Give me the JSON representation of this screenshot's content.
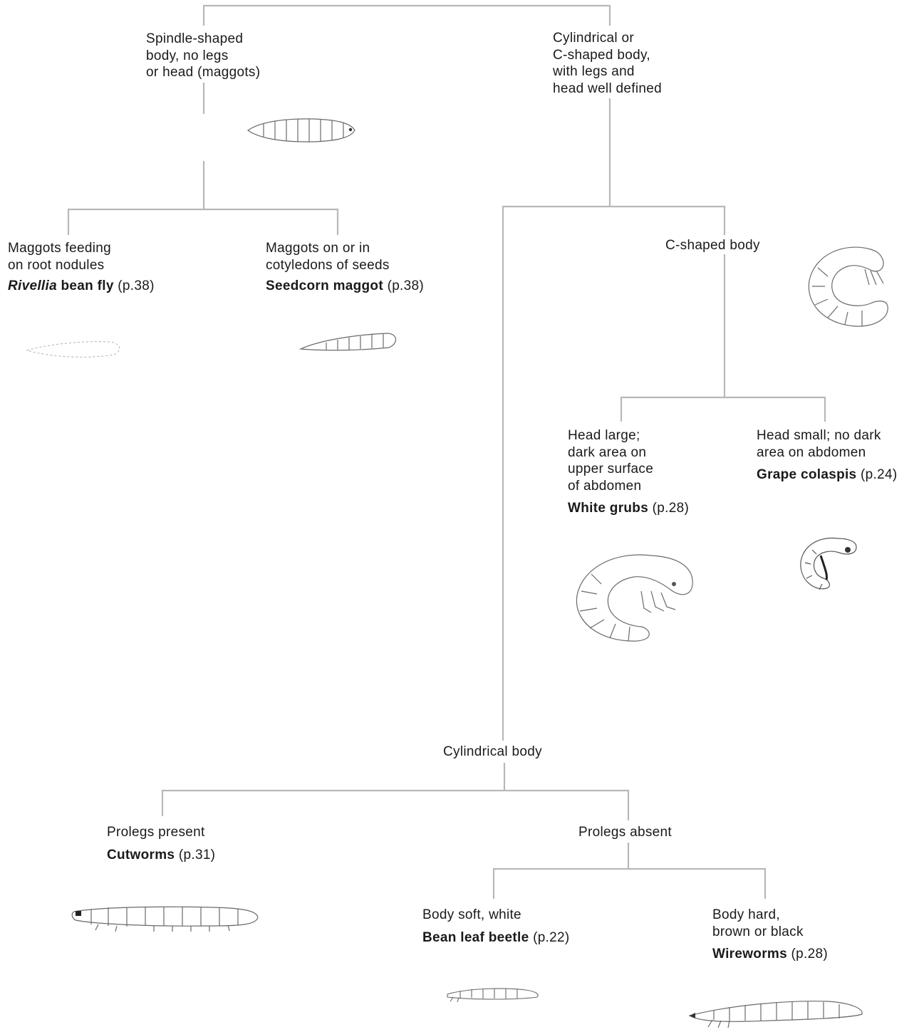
{
  "nodes": {
    "spindle": [
      "Spindle-shaped",
      "body, no legs",
      "or head (maggots)"
    ],
    "cylC": [
      "Cylindrical or",
      "C-shaped body,",
      "with legs and",
      "head well defined"
    ],
    "nodules": [
      "Maggots feeding",
      "on root nodules"
    ],
    "cotyledons": [
      "Maggots on or in",
      "cotyledons of seeds"
    ],
    "cshaped": "C-shaped body",
    "headLarge": [
      "Head large;",
      "dark area on",
      "upper surface",
      "of abdomen"
    ],
    "headSmall": [
      "Head small; no dark",
      "area on abdomen"
    ],
    "cylindrical": "Cylindrical body",
    "prolegsPresent": "Prolegs present",
    "prolegsAbsent": "Prolegs absent",
    "bodySoft": "Body soft, white",
    "bodyHard": [
      "Body hard,",
      "brown or black"
    ]
  },
  "results": {
    "rivellia": {
      "italic": "Rivellia",
      "name": " bean fly",
      "page": " (p.38)"
    },
    "seedcorn": {
      "name": "Seedcorn maggot",
      "page": " (p.38)"
    },
    "whiteGrubs": {
      "name": "White grubs",
      "page": " (p.28)"
    },
    "grapeColaspis": {
      "name": "Grape colaspis",
      "page": " (p.24)"
    },
    "cutworms": {
      "name": "Cutworms",
      "page": " (p.31)"
    },
    "beanLeafBeetle": {
      "name": "Bean leaf beetle",
      "page": " (p.22)"
    },
    "wireworms": {
      "name": "Wireworms",
      "page": " (p.28)"
    }
  },
  "colors": {
    "line": "#b8b8b8",
    "drawing": "#6a6a6a"
  }
}
